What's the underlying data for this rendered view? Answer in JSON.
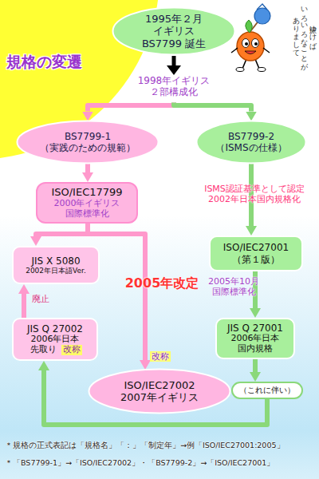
{
  "diagram": {
    "title": "規格の変遷",
    "nodes": [
      {
        "text": [
          "1995年２月 イギリス BS7799 誕生"
        ]
      },
      {
        "text": [
          "BS7799-1 （実践のための規範）"
        ]
      },
      {
        "text": [
          "BS7799-2 （ISMSの仕様）"
        ]
      },
      {
        "text": [
          "ISO/IEC17799",
          "2000年イギリス 国際標準化"
        ]
      },
      {
        "text": [
          "JIS X 5080",
          "2002年日本語Ver."
        ]
      },
      {
        "text": [
          "ISO/IEC27001 （第１版）"
        ]
      },
      {
        "text": [
          "JIS Q 27002",
          "2006年日本",
          "先取り",
          "改称"
        ]
      },
      {
        "text": [
          "JIS Q 27001",
          "2006年日本 国内規格"
        ]
      },
      {
        "text": [
          "ISO/IEC27002 2007年イギリス"
        ]
      },
      {
        "text": [
          "（これに伴い）"
        ]
      }
    ],
    "edges": [
      {
        "from": 0,
        "to": 1,
        "arrow": "to"
      },
      {
        "from": 0,
        "to": 2,
        "arrow": "to"
      },
      {
        "from": 1,
        "to": 3,
        "arrow": "to"
      },
      {
        "from": 2,
        "to": 5,
        "label": "ISMS認証基準として認定 2002年日本国内規格化",
        "arrow": "to"
      },
      {
        "from": 3,
        "to": 4,
        "arrow": "to"
      },
      {
        "from": 3,
        "to": 8,
        "label": "2005年改定",
        "arrow": "to"
      },
      {
        "from": 6,
        "to": 4,
        "label": "廃止",
        "arrow": "to"
      },
      {
        "from": 5,
        "to": 7,
        "label": "2005年10月 国際標準化",
        "arrow": "to"
      },
      {
        "from": 7,
        "to": 9,
        "arrow": "to"
      },
      {
        "from": 9,
        "to": 6,
        "arrow": "to"
      }
    ],
    "labels": [
      "1998年イギリス ２部構成化",
      "改称",
      "旅ゆけば いろいろなことが ありまして",
      "＊規格の正式表記は「規格名」「：」「制定年」→例「ISO/IEC27001:2005」",
      "＊「BS7799-1」→「ISO/IEC27002」・「BS7799-2」→「ISO/IEC27001」"
    ]
  }
}
